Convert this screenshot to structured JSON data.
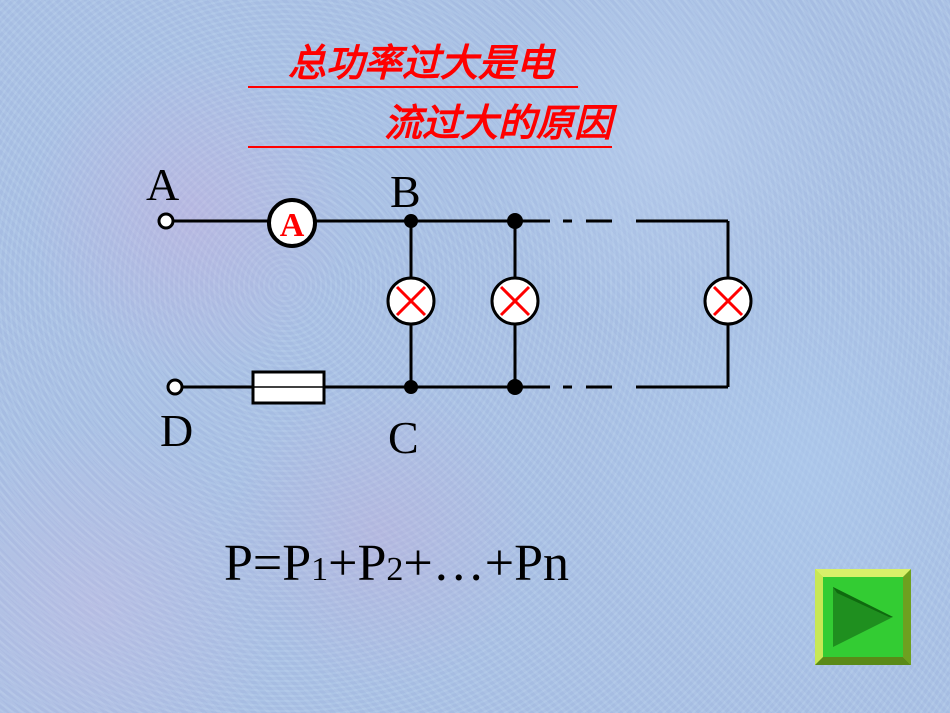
{
  "slide": {
    "title_line1": "总功率过大是电",
    "title_line2": "流过大的原因"
  },
  "circuit": {
    "terminal_a": "A",
    "terminal_b": "B",
    "terminal_c": "C",
    "terminal_d": "D",
    "ammeter_label": "A"
  },
  "formula": {
    "p": "P=P",
    "sub1": "1",
    "plus1": "+P",
    "sub2": "2",
    "rest": "+…+Pn"
  },
  "colors": {
    "title": "#ff0000",
    "ammeter": "#ff0000",
    "lamp_cross": "#ff0000",
    "wire": "#000000",
    "button_green": "#33cc33",
    "button_border": "#b8e03a",
    "play_triangle": "#1f8f1f"
  },
  "icons": {
    "next": "play-triangle-icon",
    "lamp": "lamp-cross-icon",
    "ammeter": "ammeter-circle-icon",
    "fuse": "fuse-rectangle-icon"
  }
}
